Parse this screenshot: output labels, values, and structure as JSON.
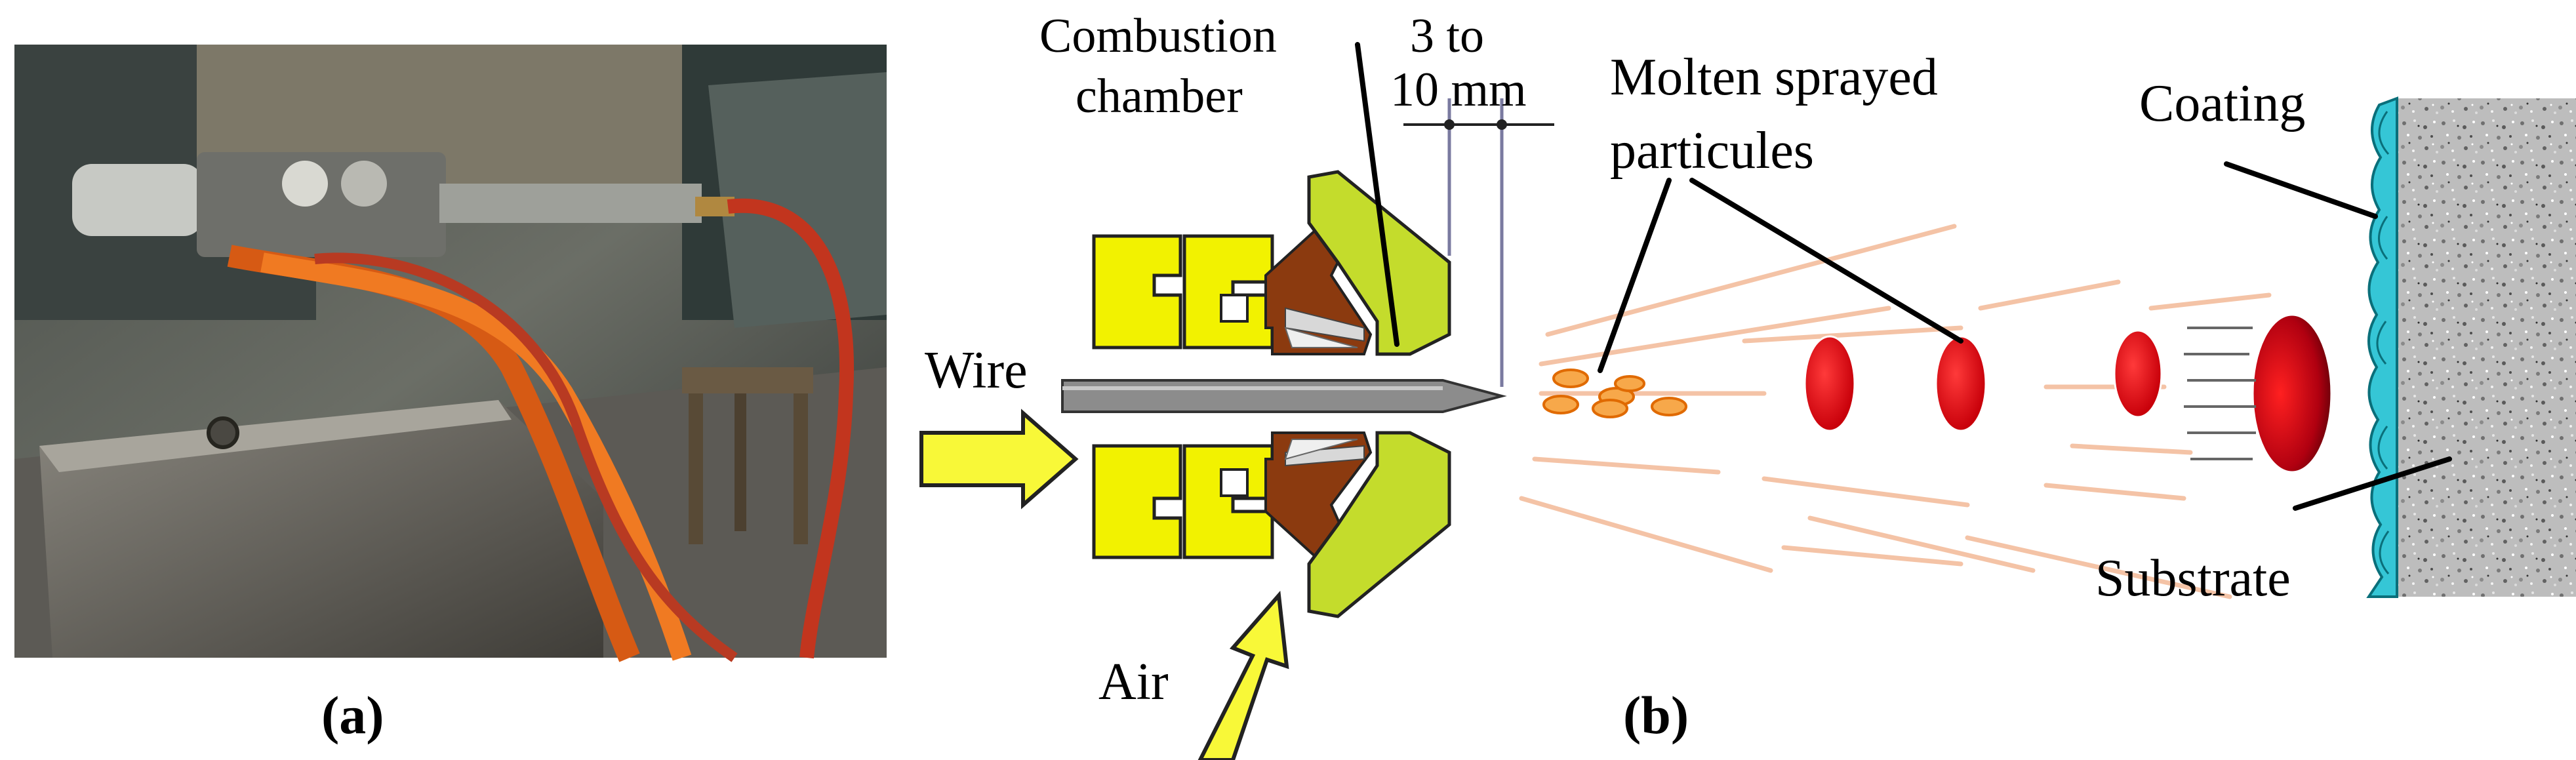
{
  "panel_a": {
    "tag": "(a)",
    "photo_description": "photo-wire-spray-gun"
  },
  "panel_b": {
    "tag": "(b)",
    "labels": {
      "combustion_chamber_line1": "Combustion",
      "combustion_chamber_line2": "chamber",
      "distance_line1": "3 to",
      "distance_line2": "10 mm",
      "molten_line1": "Molten sprayed",
      "molten_line2": "particules",
      "coating": "Coating",
      "wire": "Wire",
      "air": "Air",
      "substrate": "Substrate"
    }
  },
  "colors": {
    "nozzle_yellow": "#f2f200",
    "nozzle_brown": "#8b3a0f",
    "nozzle_green": "#c4dc2c",
    "wire_gray": "#8c8c8c",
    "arrow_yellow": "#f8f838",
    "particle_orange": "#f7a84a",
    "droplet_red": "#e3000f",
    "coating_cyan": "#35c6d6",
    "substrate_gray": "#b8b8b8",
    "spray_line": "#f4c3a6"
  }
}
